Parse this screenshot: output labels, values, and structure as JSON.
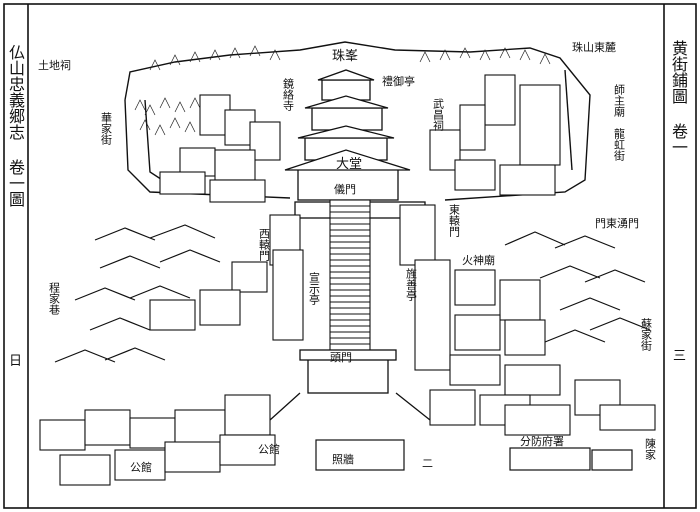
{
  "map": {
    "left_margin_title": "仏山忠義郷志 卷一圖",
    "left_margin_page": "日",
    "right_margin_title": "黄街鋪圖 卷一",
    "right_margin_page": "三",
    "labels": {
      "peak": "珠峯",
      "zhushan_east_foot": "珠山東麓",
      "tudi_temple": "土地祠",
      "hua_family_street": "華家街",
      "shijue_temple": "師主廟",
      "longhong_street": "龍虹街",
      "gate_north": "門東湧門",
      "lige_pavilion": "禮御亭",
      "wuchang_shrine": "武昌祠",
      "jingluo_temple": "鏡絡寺",
      "main_hall": "大堂",
      "yi_gate": "儀門",
      "west_gate": "西轅門",
      "east_gate": "東轅門",
      "fire_shrine": "火神廟",
      "cheng_alley": "程家巷",
      "xuanshi_pavilion": "宣示亭",
      "zhuoyi_shrine": "旌善亭",
      "su_family_street": "蘇家街",
      "shenmo_gate": "頭門",
      "guild_office": "分防府署",
      "public_hall_left": "公館",
      "public_hall_mid": "公館",
      "zhaobi": "照牆",
      "chen_family": "陳家",
      "bottom_right_mark": "二"
    }
  }
}
